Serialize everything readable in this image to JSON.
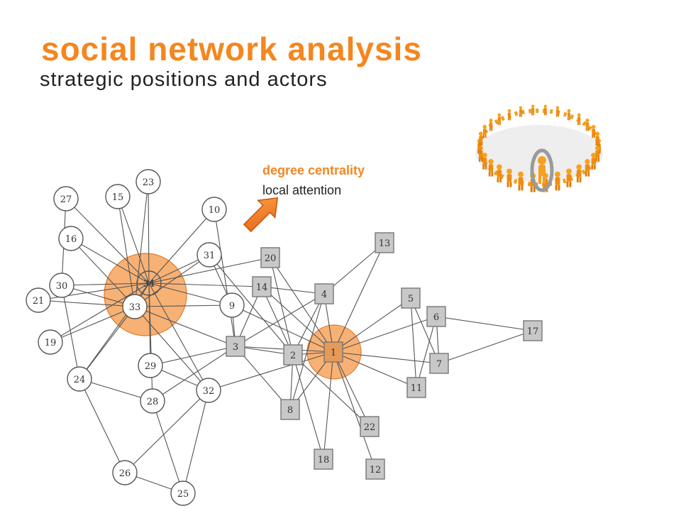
{
  "header": {
    "title": "social network analysis",
    "subtitle": "strategic positions and actors"
  },
  "annotation": {
    "heading": "degree centrality",
    "text": "local attention"
  },
  "colors": {
    "accent": "#f5861f",
    "highlight_fill": "#f7a35c",
    "node_square": "#c8c8c8",
    "edge": "#555555"
  },
  "icons": {
    "arrow": "orange-arrow-icon",
    "illustration": "people-ring-illustration"
  },
  "graph": {
    "highlighted": [
      "34",
      "1"
    ],
    "nodes": [
      {
        "id": "1",
        "shape": "square"
      },
      {
        "id": "2",
        "shape": "square"
      },
      {
        "id": "3",
        "shape": "square"
      },
      {
        "id": "4",
        "shape": "square"
      },
      {
        "id": "5",
        "shape": "square"
      },
      {
        "id": "6",
        "shape": "square"
      },
      {
        "id": "7",
        "shape": "square"
      },
      {
        "id": "8",
        "shape": "square"
      },
      {
        "id": "9",
        "shape": "circle"
      },
      {
        "id": "10",
        "shape": "circle"
      },
      {
        "id": "11",
        "shape": "square"
      },
      {
        "id": "12",
        "shape": "square"
      },
      {
        "id": "13",
        "shape": "square"
      },
      {
        "id": "14",
        "shape": "square"
      },
      {
        "id": "15",
        "shape": "circle"
      },
      {
        "id": "16",
        "shape": "circle"
      },
      {
        "id": "17",
        "shape": "square"
      },
      {
        "id": "18",
        "shape": "square"
      },
      {
        "id": "19",
        "shape": "circle"
      },
      {
        "id": "20",
        "shape": "square"
      },
      {
        "id": "21",
        "shape": "circle"
      },
      {
        "id": "22",
        "shape": "square"
      },
      {
        "id": "23",
        "shape": "circle"
      },
      {
        "id": "24",
        "shape": "circle"
      },
      {
        "id": "25",
        "shape": "circle"
      },
      {
        "id": "26",
        "shape": "circle"
      },
      {
        "id": "27",
        "shape": "circle"
      },
      {
        "id": "28",
        "shape": "circle"
      },
      {
        "id": "29",
        "shape": "circle"
      },
      {
        "id": "30",
        "shape": "circle"
      },
      {
        "id": "31",
        "shape": "circle"
      },
      {
        "id": "32",
        "shape": "circle"
      },
      {
        "id": "33",
        "shape": "circle"
      },
      {
        "id": "34",
        "shape": "circle"
      }
    ],
    "edges": [
      [
        "1",
        "2"
      ],
      [
        "1",
        "3"
      ],
      [
        "1",
        "4"
      ],
      [
        "1",
        "5"
      ],
      [
        "1",
        "6"
      ],
      [
        "1",
        "7"
      ],
      [
        "1",
        "8"
      ],
      [
        "1",
        "9"
      ],
      [
        "1",
        "11"
      ],
      [
        "1",
        "12"
      ],
      [
        "1",
        "13"
      ],
      [
        "1",
        "14"
      ],
      [
        "1",
        "18"
      ],
      [
        "1",
        "20"
      ],
      [
        "1",
        "22"
      ],
      [
        "1",
        "32"
      ],
      [
        "2",
        "3"
      ],
      [
        "2",
        "4"
      ],
      [
        "2",
        "8"
      ],
      [
        "2",
        "14"
      ],
      [
        "2",
        "18"
      ],
      [
        "2",
        "20"
      ],
      [
        "2",
        "22"
      ],
      [
        "2",
        "31"
      ],
      [
        "3",
        "4"
      ],
      [
        "3",
        "8"
      ],
      [
        "3",
        "9"
      ],
      [
        "3",
        "10"
      ],
      [
        "3",
        "14"
      ],
      [
        "3",
        "28"
      ],
      [
        "3",
        "29"
      ],
      [
        "3",
        "33"
      ],
      [
        "4",
        "8"
      ],
      [
        "4",
        "13"
      ],
      [
        "4",
        "14"
      ],
      [
        "5",
        "7"
      ],
      [
        "5",
        "11"
      ],
      [
        "6",
        "7"
      ],
      [
        "6",
        "11"
      ],
      [
        "6",
        "17"
      ],
      [
        "7",
        "17"
      ],
      [
        "9",
        "31"
      ],
      [
        "9",
        "33"
      ],
      [
        "9",
        "34"
      ],
      [
        "10",
        "34"
      ],
      [
        "14",
        "34"
      ],
      [
        "15",
        "33"
      ],
      [
        "15",
        "34"
      ],
      [
        "16",
        "33"
      ],
      [
        "16",
        "34"
      ],
      [
        "19",
        "33"
      ],
      [
        "19",
        "34"
      ],
      [
        "20",
        "34"
      ],
      [
        "21",
        "33"
      ],
      [
        "21",
        "34"
      ],
      [
        "23",
        "33"
      ],
      [
        "23",
        "34"
      ],
      [
        "24",
        "26"
      ],
      [
        "24",
        "28"
      ],
      [
        "24",
        "30"
      ],
      [
        "24",
        "33"
      ],
      [
        "24",
        "34"
      ],
      [
        "25",
        "26"
      ],
      [
        "25",
        "28"
      ],
      [
        "25",
        "32"
      ],
      [
        "26",
        "32"
      ],
      [
        "27",
        "30"
      ],
      [
        "27",
        "34"
      ],
      [
        "28",
        "34"
      ],
      [
        "29",
        "32"
      ],
      [
        "29",
        "34"
      ],
      [
        "30",
        "33"
      ],
      [
        "30",
        "34"
      ],
      [
        "31",
        "33"
      ],
      [
        "31",
        "34"
      ],
      [
        "32",
        "33"
      ],
      [
        "32",
        "34"
      ],
      [
        "33",
        "34"
      ]
    ]
  }
}
